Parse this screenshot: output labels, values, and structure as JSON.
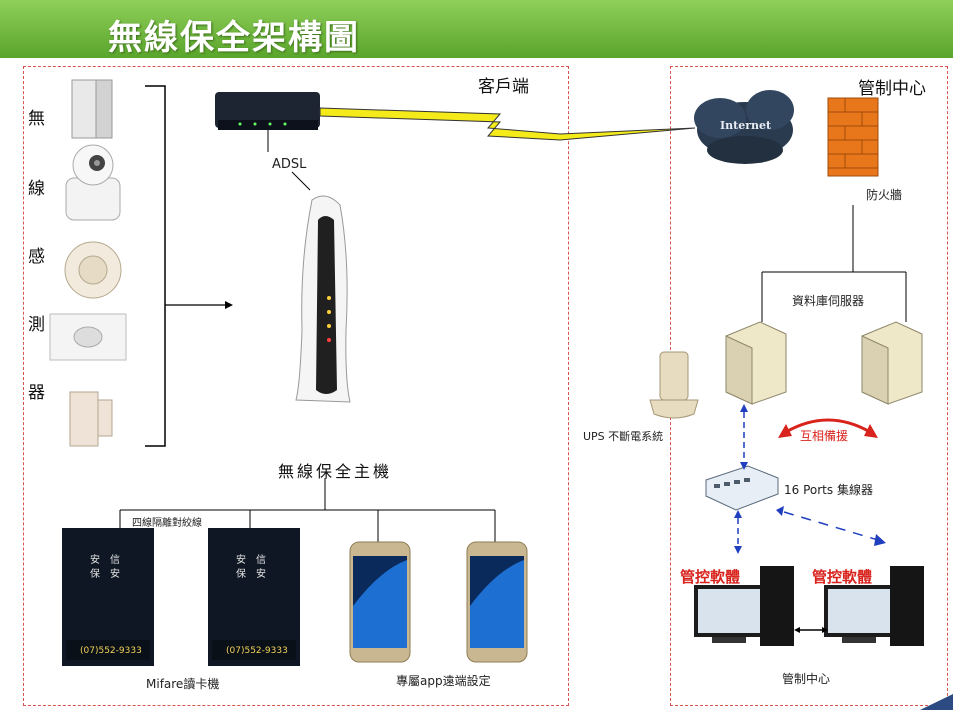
{
  "title": "無線保全架構圖",
  "regions": {
    "client": "客戶端",
    "center": "管制中心"
  },
  "sensors": {
    "vertical_label": [
      "無",
      "線",
      "感",
      "測",
      "器"
    ]
  },
  "labels": {
    "adsl": "ADSL",
    "internet": "Internet",
    "firewall": "防火牆",
    "db_server": "資料庫伺服器",
    "mutual_backup": "互相備援",
    "ups": "UPS 不斷電系統",
    "switch": "16 Ports 集線器",
    "control_software_1": "管控軟體",
    "control_software_2": "管控軟體",
    "center_bottom": "管制中心",
    "main_unit": "無線保全主機",
    "wiring": "四線隔離對絞線",
    "mifare": "Mifare讀卡機",
    "app": "專屬app遠端設定",
    "card_text_1": "安　信\n保　安",
    "card_number_1": "(07)552-9333",
    "card_number_2": "(07)552-9333"
  },
  "colors": {
    "title_bar": "#6bb53a",
    "region_border": "#d9534f",
    "link_blue": "#1f3fbf",
    "backup_red": "#d9231d",
    "firewall_orange": "#e8771c",
    "zigzag_yellow": "#f5ea1a"
  }
}
